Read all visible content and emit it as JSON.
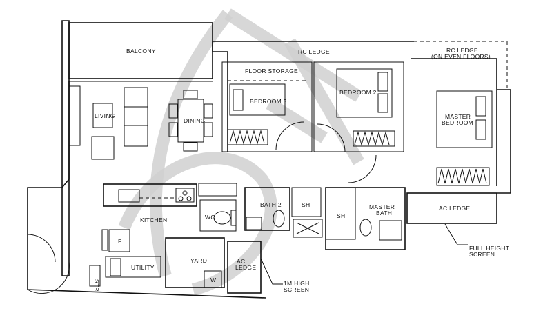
{
  "plan": {
    "rooms": {
      "balcony": "BALCONY",
      "rc_ledge": "RC LEDGE",
      "rc_ledge_even_line1": "RC LEDGE",
      "rc_ledge_even_line2": "(ON EVEN FLOORS)",
      "floor_storage": "FLOOR STORAGE",
      "bedroom3": "BEDROOM 3",
      "bedroom2": "BEDROOM 2",
      "master_bedroom_line1": "MASTER",
      "master_bedroom_line2": "BEDROOM",
      "living": "LIVING",
      "dining": "DINING",
      "kitchen": "KITCHEN",
      "wc": "WC",
      "bath2": "BATH 2",
      "sh1": "SH",
      "sh2": "SH",
      "master_bath_line1": "MASTER",
      "master_bath_line2": "BATH",
      "ac_ledge_right": "AC LEDGE",
      "ac_ledge_small_line1": "AC",
      "ac_ledge_small_line2": "LEDGE",
      "yard": "YARD",
      "utility": "UTILITY",
      "fridge": "F",
      "washer": "W",
      "store": "STR"
    },
    "annotations": {
      "full_height_screen_line1": "FULL HEIGHT",
      "full_height_screen_line2": "SCREEN",
      "high_screen_line1": "1M HIGH",
      "high_screen_line2": "SCREEN"
    }
  }
}
